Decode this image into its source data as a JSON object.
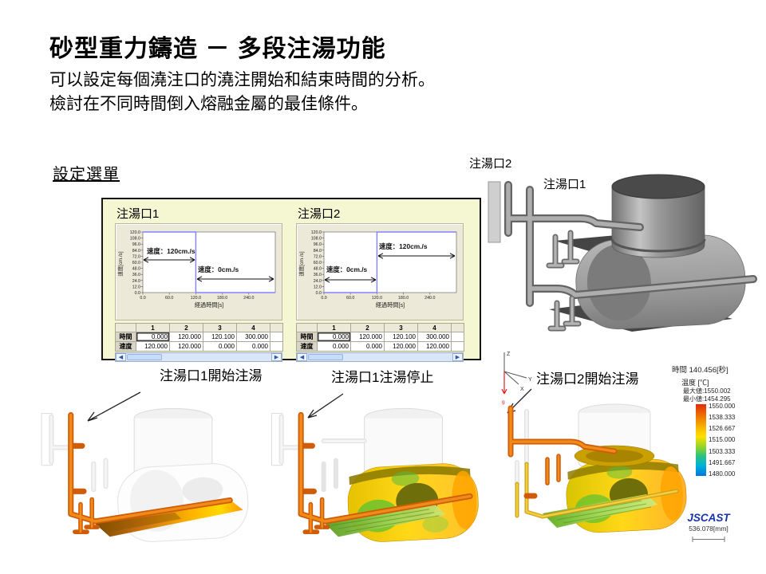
{
  "slide": {
    "title": "砂型重力鑄造 － 多段注湯功能",
    "body_lines": [
      "可以設定每個澆注口的澆注開始和結束時間的分析。",
      "檢討在不同時間倒入熔融金屬的最佳條件。"
    ],
    "section_heading": "設定選單"
  },
  "overview": {
    "port2_label": "注湯口2",
    "port1_label": "注湯口1"
  },
  "panels": [
    {
      "label": "注湯口1",
      "chart": {
        "ylabel": "速度[cm./s]",
        "xlabel": "経過時間[s]",
        "yticks": [
          "120.0",
          "108.0",
          "96.0",
          "84.0",
          "72.0",
          "60.0",
          "48.0",
          "36.0",
          "24.0",
          "12.0",
          "0.0"
        ],
        "xticks": [
          "0.0",
          "60.0",
          "120.0",
          "180.0",
          "240.0"
        ],
        "ann_fast": "速度：120cm./s",
        "ann_slow": "速度：0cm./s"
      },
      "table": {
        "columns": [
          "1",
          "2",
          "3",
          "4"
        ],
        "rows": [
          {
            "header": "時間",
            "values": [
              "0.000",
              "120.000",
              "120.100",
              "300.000"
            ]
          },
          {
            "header": "速度",
            "values": [
              "120.000",
              "120.000",
              "0.000",
              "0.000"
            ]
          }
        ]
      }
    },
    {
      "label": "注湯口2",
      "chart": {
        "ylabel": "速度[cm./s]",
        "xlabel": "経過時間[s]",
        "yticks": [
          "120.0",
          "108.0",
          "96.0",
          "84.0",
          "72.0",
          "60.0",
          "48.0",
          "36.0",
          "24.0",
          "12.0",
          "0.0"
        ],
        "xticks": [
          "0.0",
          "60.0",
          "120.0",
          "180.0",
          "240.0"
        ],
        "ann_fast": "速度：120cm./s",
        "ann_slow": "速度：0cm./s"
      },
      "table": {
        "columns": [
          "1",
          "2",
          "3",
          "4"
        ],
        "rows": [
          {
            "header": "時間",
            "values": [
              "0.000",
              "120.000",
              "120.100",
              "300.000"
            ]
          },
          {
            "header": "速度",
            "values": [
              "0.000",
              "0.000",
              "120.000",
              "120.000"
            ]
          }
        ]
      }
    }
  ],
  "chart_data": [
    {
      "type": "line",
      "title": "注湯口1",
      "xlabel": "経過時間[s]",
      "ylabel": "速度[cm./s]",
      "xlim": [
        0,
        300
      ],
      "ylim": [
        0,
        120
      ],
      "xticks": [
        0,
        60,
        120,
        180,
        240
      ],
      "yticks": [
        0,
        12,
        24,
        36,
        48,
        60,
        72,
        84,
        96,
        108,
        120
      ],
      "series": [
        {
          "name": "速度",
          "x": [
            0,
            120,
            120.1,
            300
          ],
          "y": [
            120,
            120,
            0,
            0
          ]
        }
      ],
      "annotations": [
        "速度：120cm./s",
        "速度：0cm./s"
      ],
      "grid": false,
      "legend_position": "none"
    },
    {
      "type": "line",
      "title": "注湯口2",
      "xlabel": "経過時間[s]",
      "ylabel": "速度[cm./s]",
      "xlim": [
        0,
        300
      ],
      "ylim": [
        0,
        120
      ],
      "xticks": [
        0,
        60,
        120,
        180,
        240
      ],
      "yticks": [
        0,
        12,
        24,
        36,
        48,
        60,
        72,
        84,
        96,
        108,
        120
      ],
      "series": [
        {
          "name": "速度",
          "x": [
            0,
            120,
            120.1,
            300
          ],
          "y": [
            0,
            0,
            120,
            120
          ]
        }
      ],
      "annotations": [
        "速度：0cm./s",
        "速度：120cm./s"
      ],
      "grid": false,
      "legend_position": "none"
    }
  ],
  "stages": [
    {
      "label": "注湯口1開始注湯"
    },
    {
      "label": "注湯口1注湯停止"
    },
    {
      "label": "注湯口2開始注湯"
    }
  ],
  "axes_icon": {
    "z": "Z",
    "y": "Y",
    "x": "X",
    "g": "g"
  },
  "legend": {
    "time": "時間 140.456[秒]",
    "unit": "温度 [℃]",
    "max": "最大値:1550.002",
    "min": "最小値:1454.295",
    "ticks": [
      "1550.000",
      "1538.333",
      "1526.667",
      "1515.000",
      "1503.333",
      "1491.667",
      "1480.000"
    ]
  },
  "footer": {
    "logo": "JSCAST",
    "scale_value": "536.078[mm]"
  },
  "colors": {
    "panel_bg": "#f4f7d1",
    "pipe_orange": "#e06a10",
    "series_blue": "#8282ff",
    "logo_blue": "#1733a6",
    "legend_top": "#e32c0c",
    "legend_bottom": "#0076e0"
  }
}
